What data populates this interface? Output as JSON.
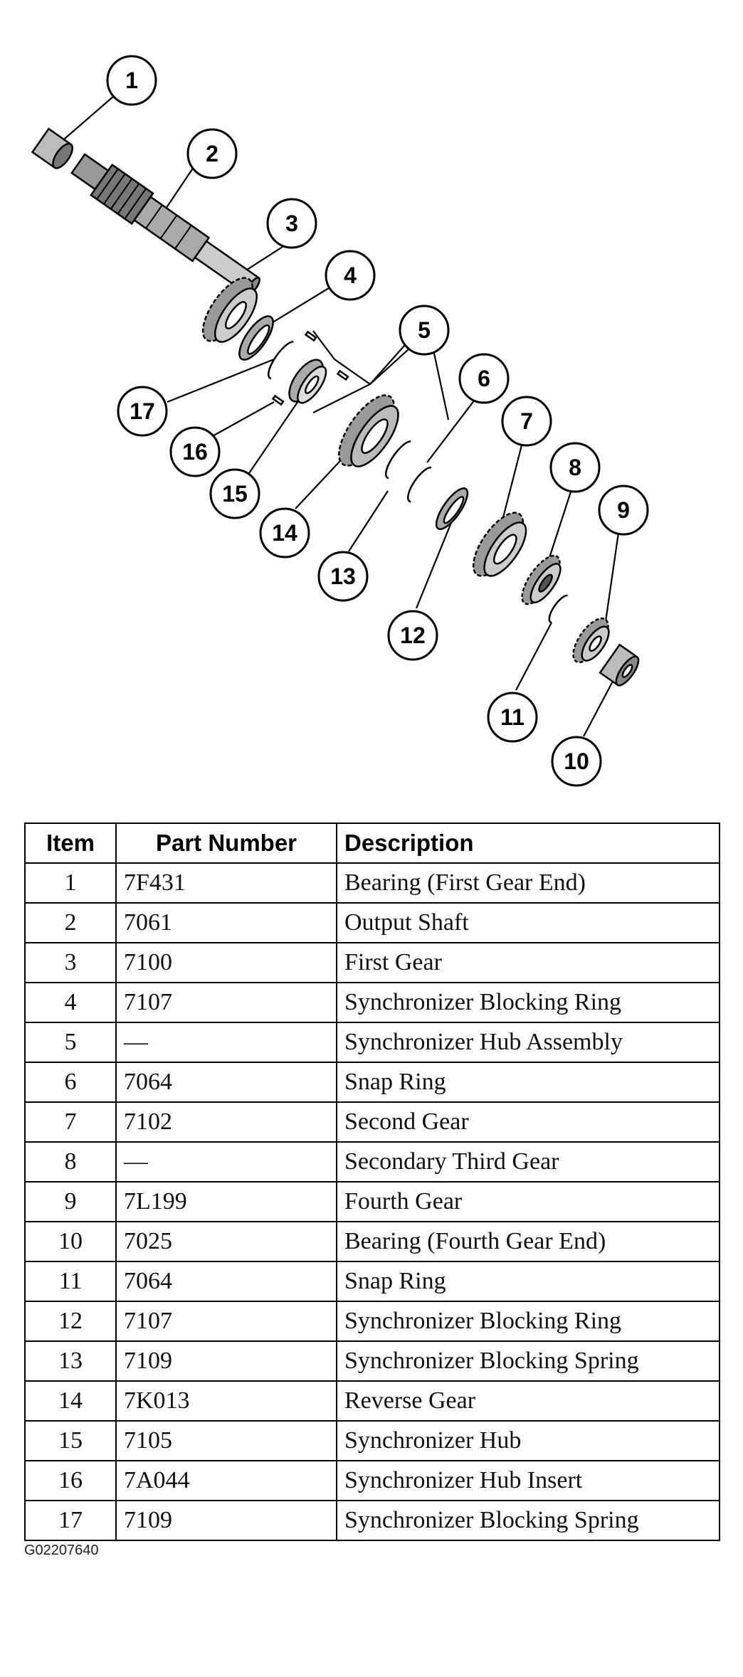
{
  "callouts": [
    {
      "label": "1"
    },
    {
      "label": "2"
    },
    {
      "label": "3"
    },
    {
      "label": "4"
    },
    {
      "label": "5"
    },
    {
      "label": "6"
    },
    {
      "label": "7"
    },
    {
      "label": "8"
    },
    {
      "label": "9"
    },
    {
      "label": "10"
    },
    {
      "label": "11"
    },
    {
      "label": "12"
    },
    {
      "label": "13"
    },
    {
      "label": "14"
    },
    {
      "label": "15"
    },
    {
      "label": "16"
    },
    {
      "label": "17"
    }
  ],
  "table": {
    "headers": {
      "item": "Item",
      "part_number": "Part Number",
      "description": "Description"
    },
    "rows": [
      {
        "item": "1",
        "part_number": "7F431",
        "description": "Bearing (First Gear End)"
      },
      {
        "item": "2",
        "part_number": "7061",
        "description": "Output Shaft"
      },
      {
        "item": "3",
        "part_number": "7100",
        "description": "First Gear"
      },
      {
        "item": "4",
        "part_number": "7107",
        "description": "Synchronizer Blocking Ring"
      },
      {
        "item": "5",
        "part_number": "—",
        "description": "Synchronizer Hub Assembly"
      },
      {
        "item": "6",
        "part_number": "7064",
        "description": "Snap Ring"
      },
      {
        "item": "7",
        "part_number": "7102",
        "description": "Second Gear"
      },
      {
        "item": "8",
        "part_number": "—",
        "description": "Secondary Third Gear"
      },
      {
        "item": "9",
        "part_number": "7L199",
        "description": "Fourth Gear"
      },
      {
        "item": "10",
        "part_number": "7025",
        "description": "Bearing (Fourth Gear End)"
      },
      {
        "item": "11",
        "part_number": "7064",
        "description": "Snap Ring"
      },
      {
        "item": "12",
        "part_number": "7107",
        "description": "Synchronizer Blocking Ring"
      },
      {
        "item": "13",
        "part_number": "7109",
        "description": "Synchronizer Blocking Spring"
      },
      {
        "item": "14",
        "part_number": "7K013",
        "description": "Reverse Gear"
      },
      {
        "item": "15",
        "part_number": "7105",
        "description": "Synchronizer Hub"
      },
      {
        "item": "16",
        "part_number": "7A044",
        "description": "Synchronizer Hub Insert"
      },
      {
        "item": "17",
        "part_number": "7109",
        "description": "Synchronizer Blocking Spring"
      }
    ]
  },
  "figure_code": "G02207640"
}
